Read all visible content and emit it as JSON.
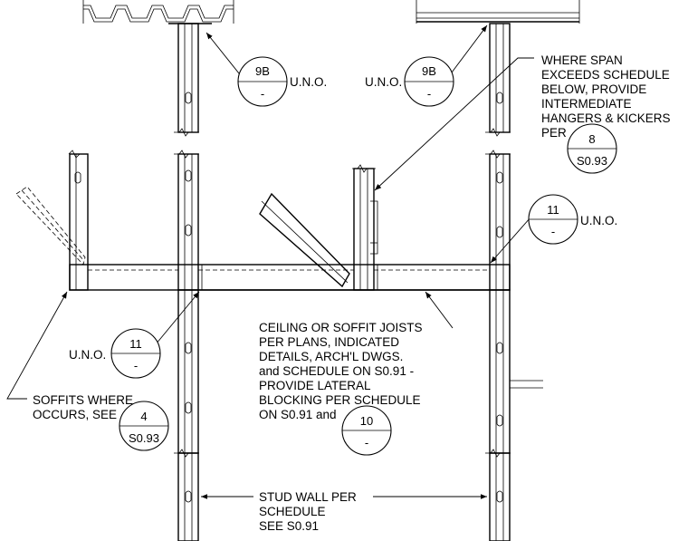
{
  "section_tags": [
    {
      "id": "tag-9b-left",
      "top": "9B",
      "bottom": "-",
      "suffix": "U.N.O."
    },
    {
      "id": "tag-9b-right",
      "top": "9B",
      "bottom": "-",
      "prefix": "U.N.O."
    },
    {
      "id": "tag-8",
      "top": "8",
      "bottom": "S0.93"
    },
    {
      "id": "tag-11-right",
      "top": "11",
      "bottom": "-",
      "suffix": "U.N.O."
    },
    {
      "id": "tag-11-left",
      "top": "11",
      "bottom": "-",
      "prefix": "U.N.O."
    },
    {
      "id": "tag-4",
      "top": "4",
      "bottom": "S0.93"
    },
    {
      "id": "tag-10",
      "top": "10",
      "bottom": "-"
    }
  ],
  "notes": {
    "where_span": [
      "WHERE SPAN",
      "EXCEEDS SCHEDULE",
      "BELOW, PROVIDE",
      "INTERMEDIATE",
      "HANGERS & KICKERS",
      "PER"
    ],
    "soffits": [
      "SOFFITS WHERE",
      "OCCURS, SEE"
    ],
    "ceiling": [
      "CEILING OR SOFFIT JOISTS",
      "PER PLANS, INDICATED",
      "DETAILS, ARCH'L DWGS.",
      "and SCHEDULE ON S0.91 -",
      "PROVIDE LATERAL",
      "BLOCKING PER SCHEDULE",
      "ON S0.91 and"
    ],
    "stud_wall": [
      "STUD WALL PER",
      "SCHEDULE",
      "SEE S0.91"
    ]
  }
}
